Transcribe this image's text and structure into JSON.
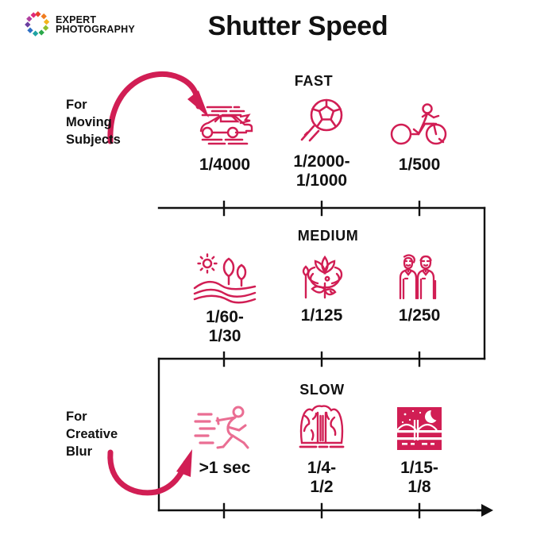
{
  "brand": {
    "line1": "EXPERT",
    "line2": "PHOTOGRAPHY",
    "logo_icon": "color-wheel-diamonds-icon",
    "logo_colors": [
      "#E8402A",
      "#F07C1E",
      "#F4B41A",
      "#8FBF2E",
      "#2AA84A",
      "#1FA3A3",
      "#2E6FC4",
      "#6B3FA0",
      "#B03FA0",
      "#E02A7A"
    ]
  },
  "header": {
    "title": "Shutter Speed"
  },
  "colors": {
    "accent": "#D11E54",
    "accent_light": "#EA6E93",
    "ink": "#111111",
    "background": "#FFFFFF"
  },
  "callouts": [
    {
      "id": "moving",
      "text": "For\nMoving\nSubjects",
      "arrow": "curved-arrow-right-icon"
    },
    {
      "id": "blur",
      "text": "For\nCreative\nBlur",
      "arrow": "curved-arrow-up-right-icon"
    }
  ],
  "bands": [
    {
      "id": "fast",
      "heading": "FAST",
      "items": [
        {
          "id": "car",
          "icon": "race-car-motion-icon",
          "caption": "1/4000"
        },
        {
          "id": "ball",
          "icon": "soccer-ball-motion-icon",
          "caption": "1/2000-\n1/1000"
        },
        {
          "id": "bike",
          "icon": "cyclist-icon",
          "caption": "1/500"
        }
      ]
    },
    {
      "id": "medium",
      "heading": "MEDIUM",
      "items": [
        {
          "id": "landscape",
          "icon": "landscape-sun-hills-icon",
          "caption": "1/60-\n1/30"
        },
        {
          "id": "flower",
          "icon": "lotus-flower-icon",
          "caption": "1/125"
        },
        {
          "id": "people",
          "icon": "couple-portrait-icon",
          "caption": "1/250"
        }
      ]
    },
    {
      "id": "slow",
      "heading": "SLOW",
      "items": [
        {
          "id": "runner",
          "icon": "running-person-blur-icon",
          "caption": ">1 sec"
        },
        {
          "id": "waterfall",
          "icon": "waterfall-icon",
          "caption": "1/4-\n1/2"
        },
        {
          "id": "night",
          "icon": "night-bridge-moon-icon",
          "caption": "1/15-\n1/8"
        }
      ]
    }
  ],
  "timeline": {
    "description": "three-segment zigzag axis with tick marks and terminal arrow",
    "tick_count_per_segment": 3,
    "arrow_direction": "right"
  }
}
